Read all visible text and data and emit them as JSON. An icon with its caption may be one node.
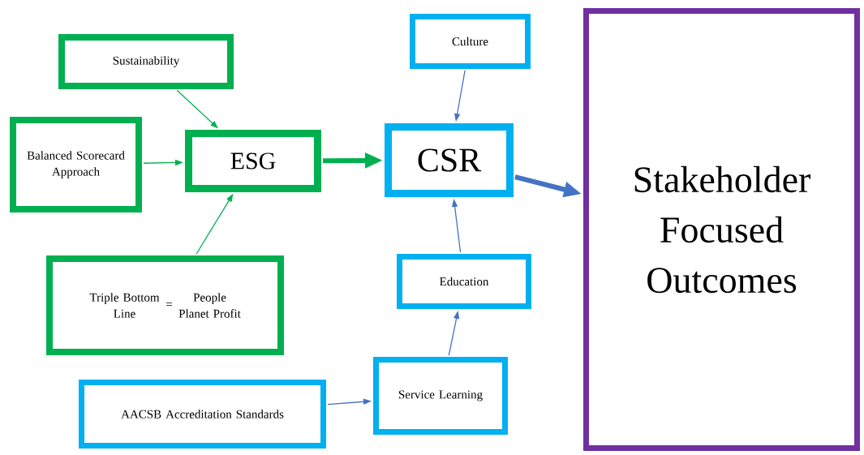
{
  "diagram": {
    "nodes": [
      {
        "text": [
          "Sustainability"
        ]
      },
      {
        "text": [
          "Balanced Scorecard Approach"
        ]
      },
      {
        "text": [
          "ESG"
        ]
      },
      {
        "text": [
          "Triple Bottom Line",
          "=",
          "People Planet Profit"
        ]
      },
      {
        "text": [
          "Culture"
        ]
      },
      {
        "text": [
          "CSR"
        ]
      },
      {
        "text": [
          "Education"
        ]
      },
      {
        "text": [
          "Service Learning"
        ]
      },
      {
        "text": [
          "AACSB Accreditation Standards"
        ]
      },
      {
        "text": [
          "Stakeholder Focused Outcomes"
        ]
      }
    ],
    "edges": [
      {
        "from": 0,
        "to": 2,
        "arrow": "to",
        "color": "#00b050"
      },
      {
        "from": 1,
        "to": 2,
        "arrow": "to",
        "color": "#00b050"
      },
      {
        "from": 3,
        "to": 2,
        "arrow": "to",
        "color": "#00b050"
      },
      {
        "from": 2,
        "to": 5,
        "arrow": "to",
        "style": "thick",
        "color": "#00b050"
      },
      {
        "from": 4,
        "to": 5,
        "arrow": "to"
      },
      {
        "from": 6,
        "to": 5,
        "arrow": "to"
      },
      {
        "from": 7,
        "to": 6,
        "arrow": "to"
      },
      {
        "from": 8,
        "to": 7,
        "arrow": "to"
      },
      {
        "from": 5,
        "to": 9,
        "arrow": "to",
        "style": "thick"
      }
    ]
  }
}
